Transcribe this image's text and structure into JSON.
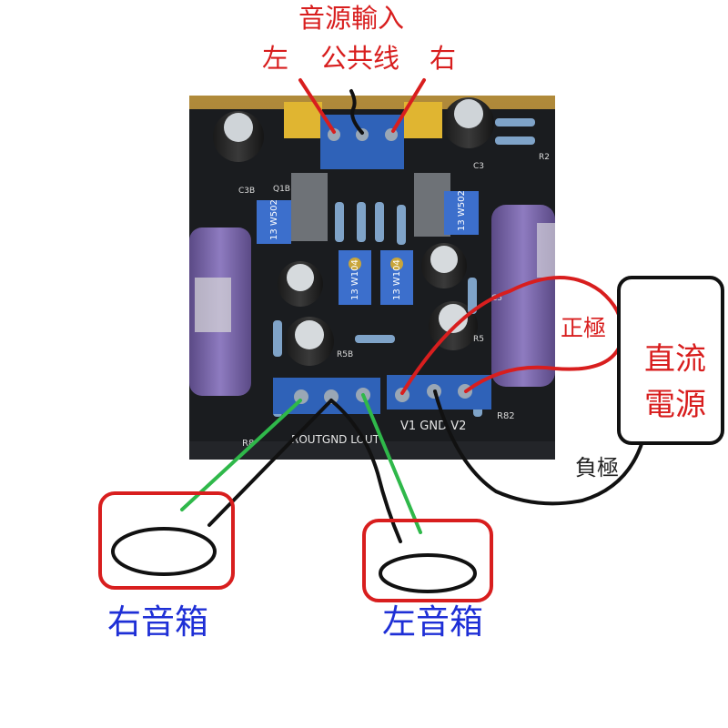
{
  "labels": {
    "audio_input": "音源輸入",
    "left": "左",
    "common": "公共线",
    "right": "右",
    "positive": "正極",
    "dc_power_line1": "直流",
    "dc_power_line2": "電源",
    "negative": "負極",
    "right_speaker": "右音箱",
    "left_speaker": "左音箱"
  },
  "board_silkscreen": {
    "output_terminal": "ROUTGND LOUT",
    "power_terminal": "V1 GND V2",
    "r82": "R82",
    "r8": "R8",
    "c3b": "C3B",
    "q1b": "Q1B",
    "c3": "C3",
    "r2": "R2",
    "c5": "C5",
    "r5b": "R5B",
    "r5": "R5",
    "pot_left": "13 W502",
    "pot_right": "13 W502",
    "pot_mid_left": "13 W104",
    "pot_mid_right": "13 W104"
  },
  "colors": {
    "label_red": "#d81e1e",
    "label_blue": "#1e2fd6",
    "wire_green": "#2fb84a",
    "wire_black": "#111111",
    "pcb": "#1a1c1f",
    "terminal_blue": "#2f62b8"
  }
}
